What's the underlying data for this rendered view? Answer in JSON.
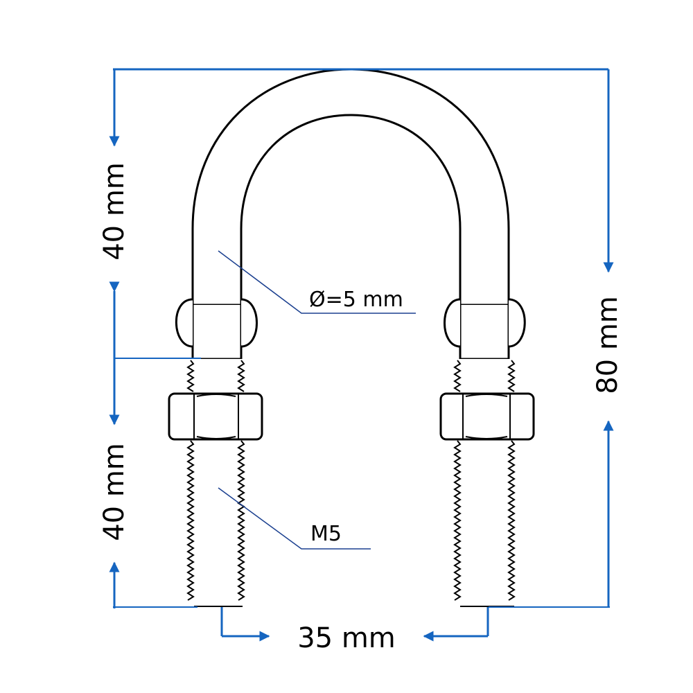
{
  "dimensions": {
    "upper_height": "40 mm",
    "lower_height": "40 mm",
    "total_height": "80 mm",
    "width": "35 mm"
  },
  "callouts": {
    "diameter": "Ø=5 mm",
    "thread": "M5"
  },
  "colors": {
    "dimension": "#1565c0",
    "leader": "#1a3f8f",
    "outline": "#000000"
  }
}
